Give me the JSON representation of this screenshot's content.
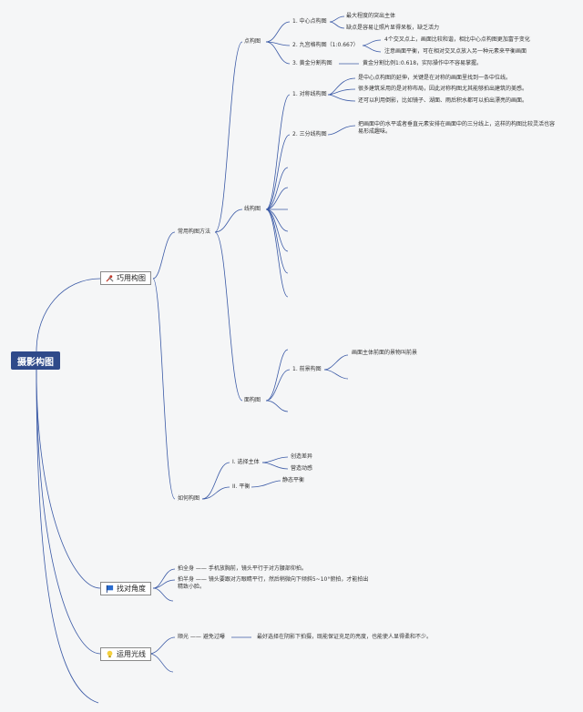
{
  "root": "摄影构图",
  "main": {
    "composition": {
      "label": "巧用构图",
      "icon": "tools-icon"
    },
    "angle": {
      "label": "找对角度",
      "icon": "flag-icon"
    },
    "light": {
      "label": "运用光线",
      "icon": "lightbulb-icon"
    }
  },
  "common_methods": "常用构图方法",
  "how_to": "如何构图",
  "point": {
    "label": "点构图",
    "center": {
      "label": "1. 中心点构图",
      "notes": [
        "最大程度的突出主体",
        "缺点是容易让照片显得呆板，缺乏活力"
      ]
    },
    "nine": {
      "label": "2. 九宫格构图（1:0.667）",
      "notes": [
        "4个交叉点上，画面比较和谐，相比中心点构图更加富于变化",
        "注意画面平衡，可在相对交叉点放入另一种元素来平衡画面"
      ]
    },
    "golden": {
      "label": "3. 黄金分割构图",
      "note": "黄金分割比例1:0.618，实际操作中不容易掌握。"
    }
  },
  "line": {
    "label": "线构图",
    "symmetry": {
      "label": "1. 对称线构图",
      "notes": [
        "是中心点构图的延伸，关键是在对称的画面里找到一条中位线。",
        "很多建筑采用的是对称布局，因此对称构图尤其能够拍出建筑的美感。",
        "还可以利用倒影，比如镜子、湖面、雨后积水都可以拍出漂亮的画面。"
      ]
    },
    "thirds": {
      "label": "2. 三分线构图",
      "note": "把画面中的水平或者垂直元素安排在画面中的三分线上，这样的构图比较灵活也容易形成趣味。"
    }
  },
  "plane": {
    "label": "面构图",
    "foreground": {
      "label": "1. 前景构图",
      "note": "画面主体前面的景物叫前景"
    }
  },
  "howto": {
    "subject": {
      "label": "I. 选择主体",
      "notes": [
        "创造差异",
        "营造动感"
      ]
    },
    "balance": {
      "label": "II. 平衡",
      "note": "静态平衡"
    }
  },
  "angle_items": [
    {
      "label": "拍全身",
      "note": "手机放胸前，镜头平行于对方腰部仰拍。"
    },
    {
      "label": "拍半身",
      "note": "镜头要跟对方眼睛平行，然后稍微向下倾斜5~10°俯拍，才能拍出精致小脸。"
    }
  ],
  "light_items": [
    {
      "label": "顺光",
      "mid": "避免过曝",
      "note": "最好选择在阴影下拍摄，既能保证充足的亮度，也能使人显得柔和不少。"
    }
  ],
  "colors": {
    "root": "#2f4a8a",
    "line": "#3b5aa6"
  }
}
